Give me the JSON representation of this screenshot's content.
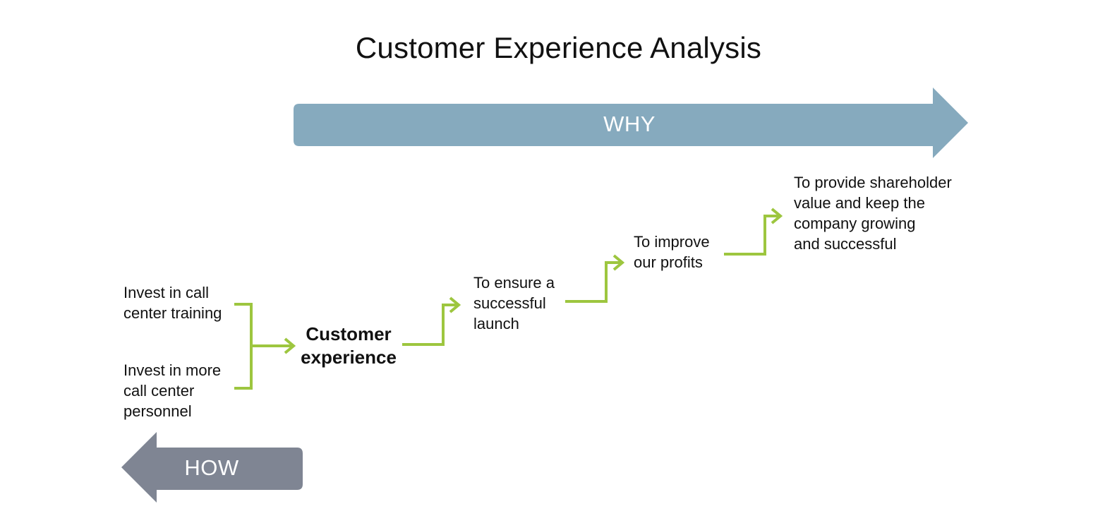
{
  "title": "Customer Experience Analysis",
  "why_arrow": {
    "label": "WHY",
    "color": "#86aabe"
  },
  "how_arrow": {
    "label": "HOW",
    "color": "#7f8593"
  },
  "connector_color": "#9dc63f",
  "nodes": {
    "invest_training": "Invest in call\ncenter training",
    "invest_personnel": "Invest in more\ncall center\npersonnel",
    "customer_experience": "Customer\nexperience",
    "successful_launch": "To ensure a\nsuccessful\nlaunch",
    "improve_profits": "To improve\nour profits",
    "shareholder_value": "To provide shareholder\nvalue and keep the\ncompany growing\nand successful"
  }
}
